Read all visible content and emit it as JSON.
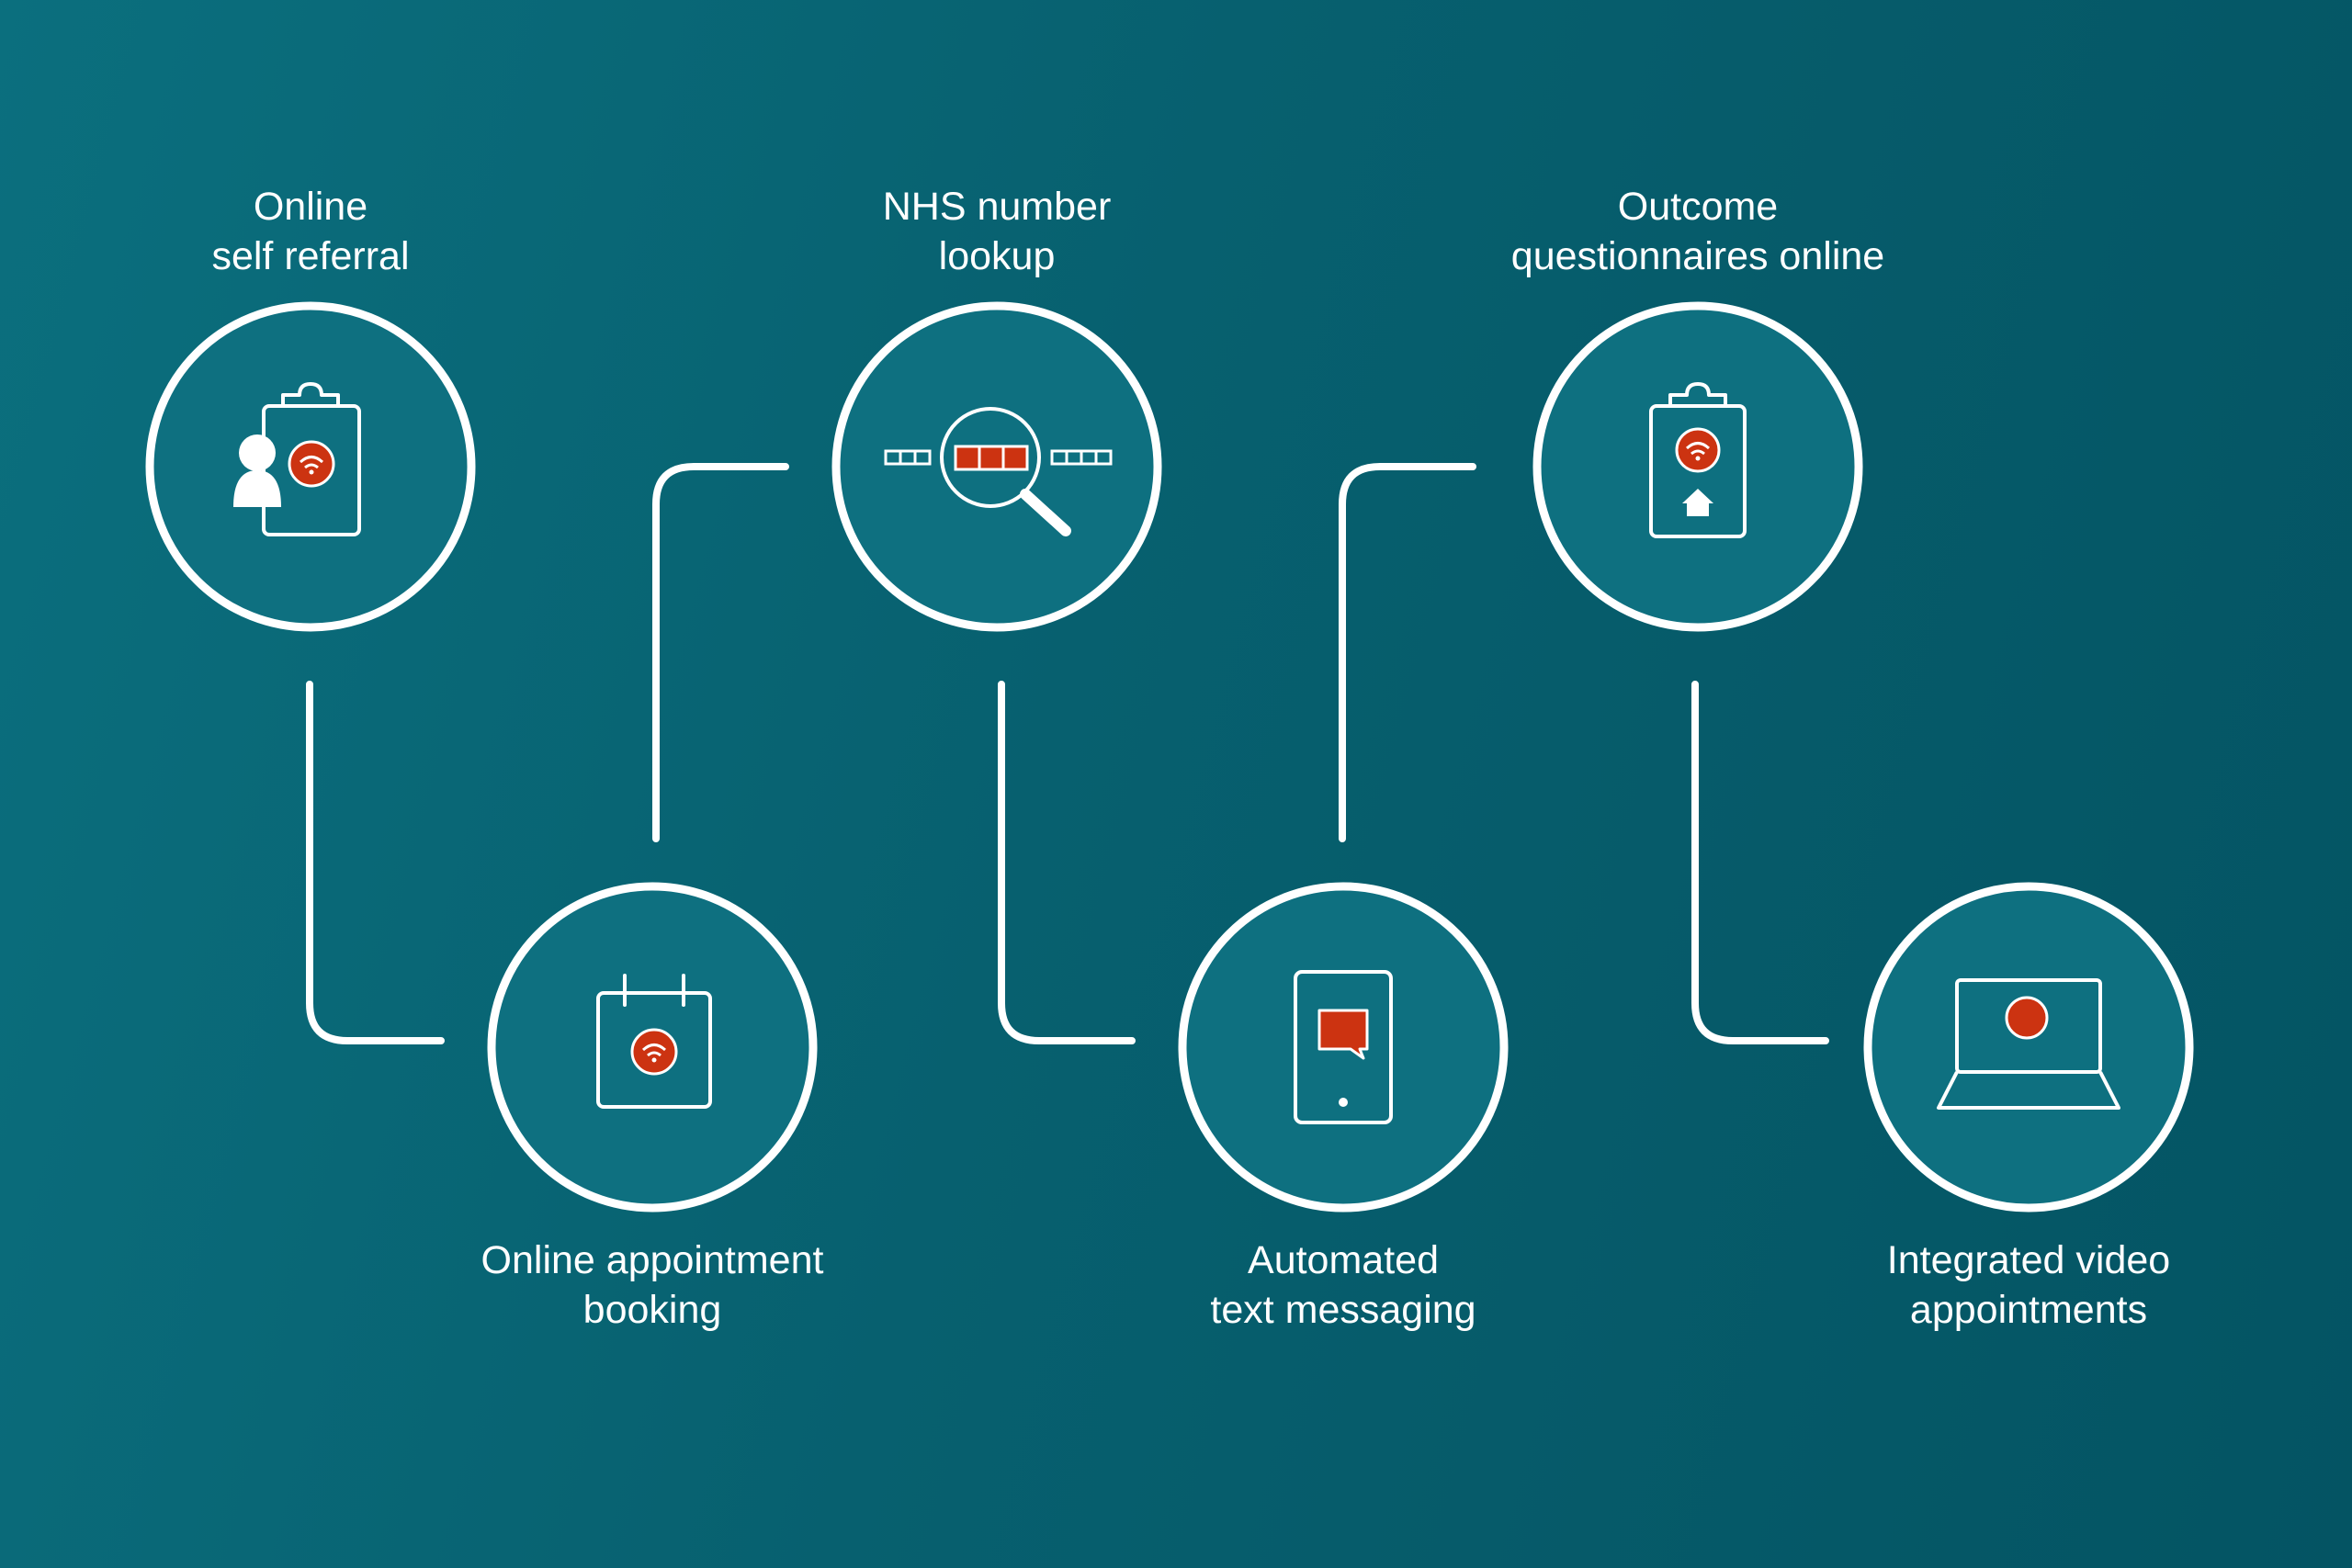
{
  "colors": {
    "background_light": "#0b6f7e",
    "background_dark": "#045463",
    "circle_fill": "#0e7080",
    "stroke": "#ffffff",
    "accent": "#cc3311"
  },
  "steps": [
    {
      "id": "self-referral",
      "line1": "Online",
      "line2": "self referral",
      "icon": "clipboard-person-wifi-icon"
    },
    {
      "id": "appointment-booking",
      "line1": "Online appointment",
      "line2": "booking",
      "icon": "calendar-wifi-icon"
    },
    {
      "id": "nhs-lookup",
      "line1": "NHS number",
      "line2": "lookup",
      "icon": "magnifier-number-icon"
    },
    {
      "id": "text-messaging",
      "line1": "Automated",
      "line2": "text messaging",
      "icon": "phone-message-icon"
    },
    {
      "id": "questionnaires",
      "line1": "Outcome",
      "line2": "questionnaires online",
      "icon": "clipboard-home-wifi-icon"
    },
    {
      "id": "video-appointments",
      "line1": "Integrated video",
      "line2": "appointments",
      "icon": "laptop-video-icon"
    }
  ]
}
